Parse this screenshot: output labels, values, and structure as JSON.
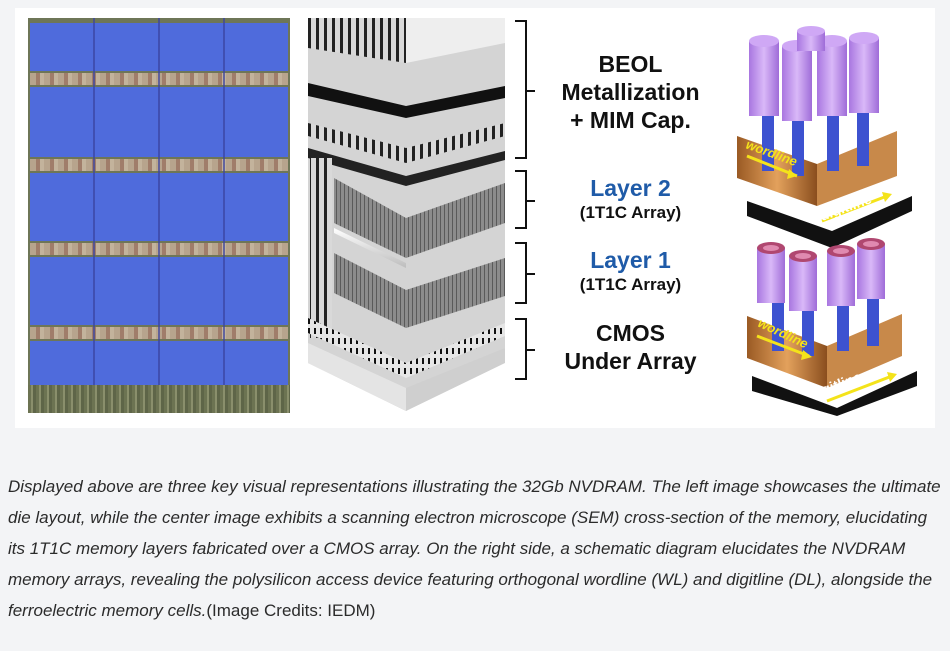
{
  "figure": {
    "labels": {
      "beol_line1": "BEOL",
      "beol_line2": "Metallization",
      "beol_line3": "+ MIM Cap.",
      "layer2_title": "Layer 2",
      "layer2_sub": "(1T1C Array)",
      "layer1_title": "Layer 1",
      "layer1_sub": "(1T1C Array)",
      "cmos_line1": "CMOS",
      "cmos_line2": "Under Array"
    },
    "schematic": {
      "wordline_top": "wordline",
      "digitline_top": "digitline",
      "wordline_bottom": "wordline",
      "digitline_bottom": "digitline"
    }
  },
  "caption": {
    "text": "Displayed above are three key visual representations illustrating the 32Gb NVDRAM. The left image showcases the ultimate die layout, while the center image exhibits a scanning electron microscope (SEM) cross-section of the memory, elucidating its 1T1C memory layers fabricated over a CMOS array. On the right side, a schematic diagram elucidates the NVDRAM memory arrays, revealing the polysilicon access device featuring orthogonal wordline (WL) and digitline (DL), alongside the ferroelectric memory cells.",
    "credit": "(Image Credits: IEDM)"
  },
  "colors": {
    "die_blue": "#4f6bdc",
    "label_blue": "#1f5ba8",
    "pillar_purple": "#c89ef0",
    "arrow_yellow": "#f4e31a"
  }
}
